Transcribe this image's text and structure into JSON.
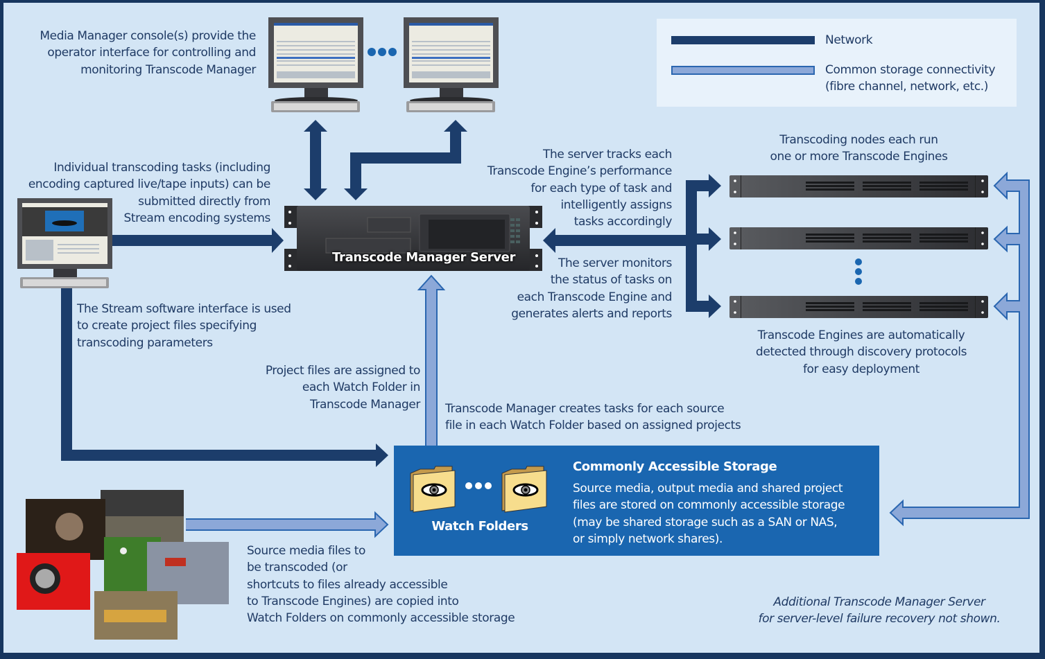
{
  "colors": {
    "frame": "#17365f",
    "background": "#d3e5f5",
    "text": "#1f3a64",
    "network": "#1c3d6b",
    "storage_fill": "#8ca8d8",
    "storage_stroke": "#2a66b0",
    "storage_box": "#1a66b0",
    "dots": "#1a66b0"
  },
  "legend": {
    "items": [
      {
        "icon": "network-line",
        "label": "Network"
      },
      {
        "icon": "storage-connectivity-line",
        "label": "Common storage connectivity\n(fibre channel, network, etc.)"
      }
    ]
  },
  "annotations": {
    "media_manager": "Media Manager console(s) provide the\noperator interface for controlling and\nmonitoring Transcode Manager",
    "individual_tasks": "Individual transcoding tasks (including\nencoding captured live/tape inputs) can be\nsubmitted directly from\nStream encoding systems",
    "stream_interface": "The Stream software interface is used\nto create project files specifying\ntranscoding parameters",
    "project_files": "Project files are assigned to\neach Watch Folder in\nTranscode Manager",
    "creates_tasks": "Transcode Manager creates tasks for each source\nfile in each Watch Folder based on assigned projects",
    "tracks_performance": "The server tracks each\nTranscode Engine’s performance\nfor each type of task and\nintelligently assigns\ntasks accordingly",
    "monitors_status": "The server monitors\nthe status of tasks on\neach Transcode Engine and\ngenerates alerts and reports",
    "transcoding_nodes": "Transcoding nodes each run\none or more Transcode Engines",
    "auto_detected": "Transcode Engines are automatically\ndetected through discovery protocols\nfor easy deployment",
    "source_media": "Source media files to\nbe transcoded (or\nshortcuts to files already accessible\nto Transcode Engines) are copied into\nWatch Folders on commonly  accessible storage",
    "footnote": "Additional Transcode Manager Server\nfor server-level failure recovery not shown."
  },
  "nodes": {
    "server": {
      "label": "Transcode Manager Server",
      "icon": "rack-server-icon"
    },
    "consoles": [
      {
        "icon": "monitor-icon"
      },
      {
        "icon": "monitor-icon"
      }
    ],
    "stream_workstation": {
      "icon": "monitor-icon"
    },
    "engines": [
      {
        "icon": "rack-engine-icon"
      },
      {
        "icon": "rack-engine-icon"
      },
      {
        "icon": "rack-engine-icon"
      }
    ],
    "media_collage": {
      "icon": "photo-collage-icon"
    },
    "storage": {
      "title": "Commonly Accessible Storage",
      "description": "Source media, output media and shared project\nfiles are stored on commonly accessible storage\n(may be shared storage such as a SAN or NAS,\nor simply network shares).",
      "watch_folders_label": "Watch Folders",
      "folder_icon": "watch-folder-eye-icon"
    }
  }
}
